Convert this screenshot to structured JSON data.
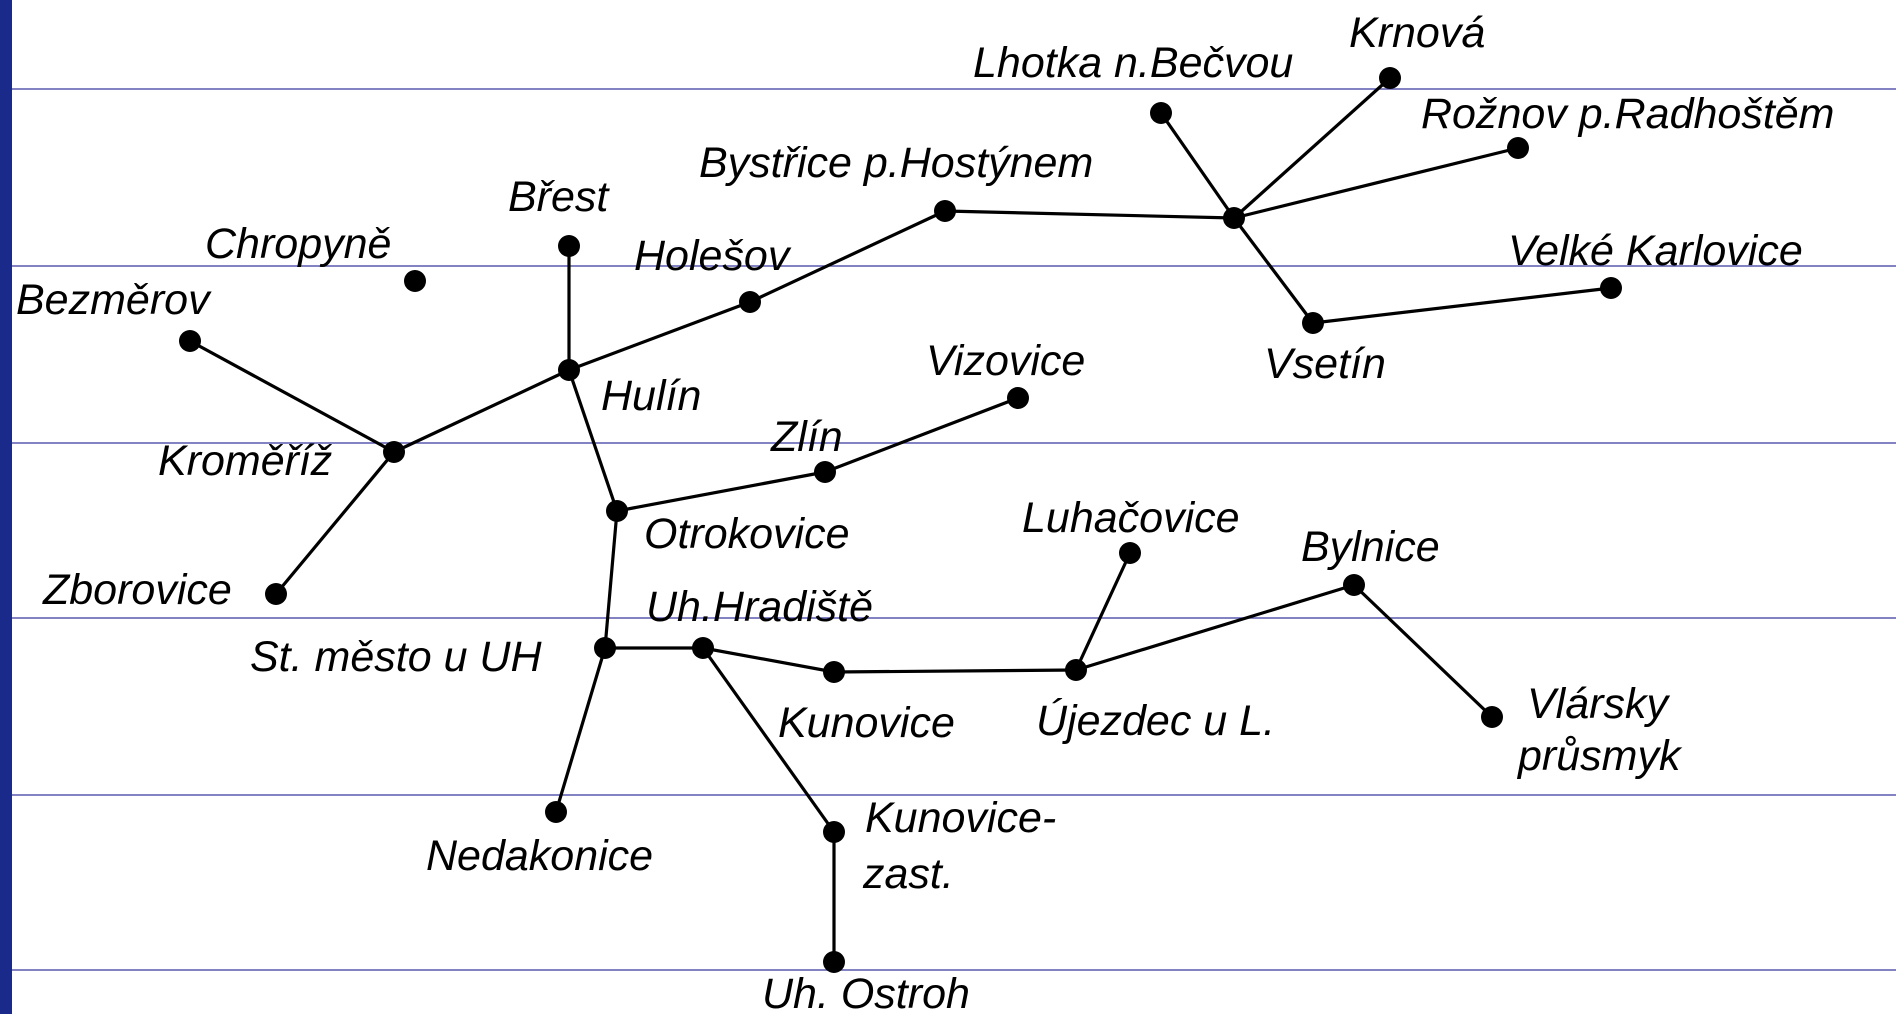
{
  "colors": {
    "background": "#ffffff",
    "rule_lines": "#5a5ab0",
    "left_edge_bar": "#1a2a8a",
    "ink": "#000000"
  },
  "stations": {
    "krnova": "Krnová",
    "lhotka": "Lhotka n.Bečvou",
    "roznov": "Rožnov p.Radhoštěm",
    "bystrice": "Bystřice p.Hostýnem",
    "brest": "Břest",
    "chropyne": "Chropyně",
    "holesov": "Holešov",
    "velke_karlovice": "Velké Karlovice",
    "bezmerov": "Bezměrov",
    "vsetin": "Vsetín",
    "vizovice": "Vizovice",
    "hulin": "Hulín",
    "zlin": "Zlín",
    "kromeriz": "Kroměříž",
    "luhacovice": "Luhačovice",
    "otrokovice": "Otrokovice",
    "bylnice": "Bylnice",
    "zborovice": "Zborovice",
    "uh_hradiste": "Uh.Hradiště",
    "st_mesto": "St. město u UH",
    "kunovice": "Kunovice",
    "ujezdec": "Újezdec u L.",
    "vlarsky_1": "Vlársky",
    "vlarsky_2": "průsmyk",
    "nedakonice": "Nedakonice",
    "kunovice_zast_1": "Kunovice-",
    "kunovice_zast_2": "zast.",
    "uh_ostroh": "Uh. Ostroh"
  }
}
